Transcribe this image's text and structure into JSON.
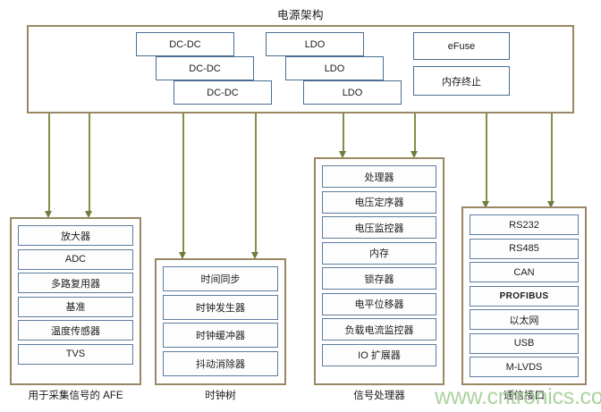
{
  "title": "电源架构",
  "power_architecture": {
    "dcdc_boxes": [
      {
        "label": "DC-DC"
      },
      {
        "label": "DC-DC"
      },
      {
        "label": "DC-DC"
      }
    ],
    "ldo_boxes": [
      {
        "label": "LDO"
      },
      {
        "label": "LDO"
      },
      {
        "label": "LDO"
      }
    ],
    "misc_boxes": [
      {
        "label": "eFuse"
      },
      {
        "label": "内存终止"
      }
    ]
  },
  "groups": [
    {
      "id": "afe",
      "caption": "用于采集信号的 AFE",
      "items": [
        {
          "label": "放大器"
        },
        {
          "label": "ADC"
        },
        {
          "label": "多路复用器"
        },
        {
          "label": "基准"
        },
        {
          "label": "温度传感器"
        },
        {
          "label": "TVS"
        }
      ]
    },
    {
      "id": "clock-tree",
      "caption": "时钟树",
      "items": [
        {
          "label": "时间同步"
        },
        {
          "label": "时钟发生器"
        },
        {
          "label": "时钟缓冲器"
        },
        {
          "label": "抖动消除器"
        }
      ]
    },
    {
      "id": "signal-processor",
      "caption": "信号处理器",
      "items": [
        {
          "label": "处理器"
        },
        {
          "label": "电压定序器"
        },
        {
          "label": "电压监控器"
        },
        {
          "label": "内存"
        },
        {
          "label": "锁存器"
        },
        {
          "label": "电平位移器"
        },
        {
          "label": "负载电流监控器"
        },
        {
          "label": "IO 扩展器"
        }
      ]
    },
    {
      "id": "comm-interface",
      "caption": "通信接口",
      "items": [
        {
          "label": "RS232"
        },
        {
          "label": "RS485"
        },
        {
          "label": "CAN"
        },
        {
          "label": "PROFIBUS",
          "bold": true
        },
        {
          "label": "以太网"
        },
        {
          "label": "USB"
        },
        {
          "label": "M-LVDS"
        }
      ]
    }
  ],
  "watermark": "www.cntronics.com",
  "colors": {
    "group_border": "#9a8764",
    "leaf_border": "#5b7da0",
    "connector": "#8a8a4a",
    "arrow_head": "#6e7c3c",
    "watermark": "#9ecb8f"
  }
}
